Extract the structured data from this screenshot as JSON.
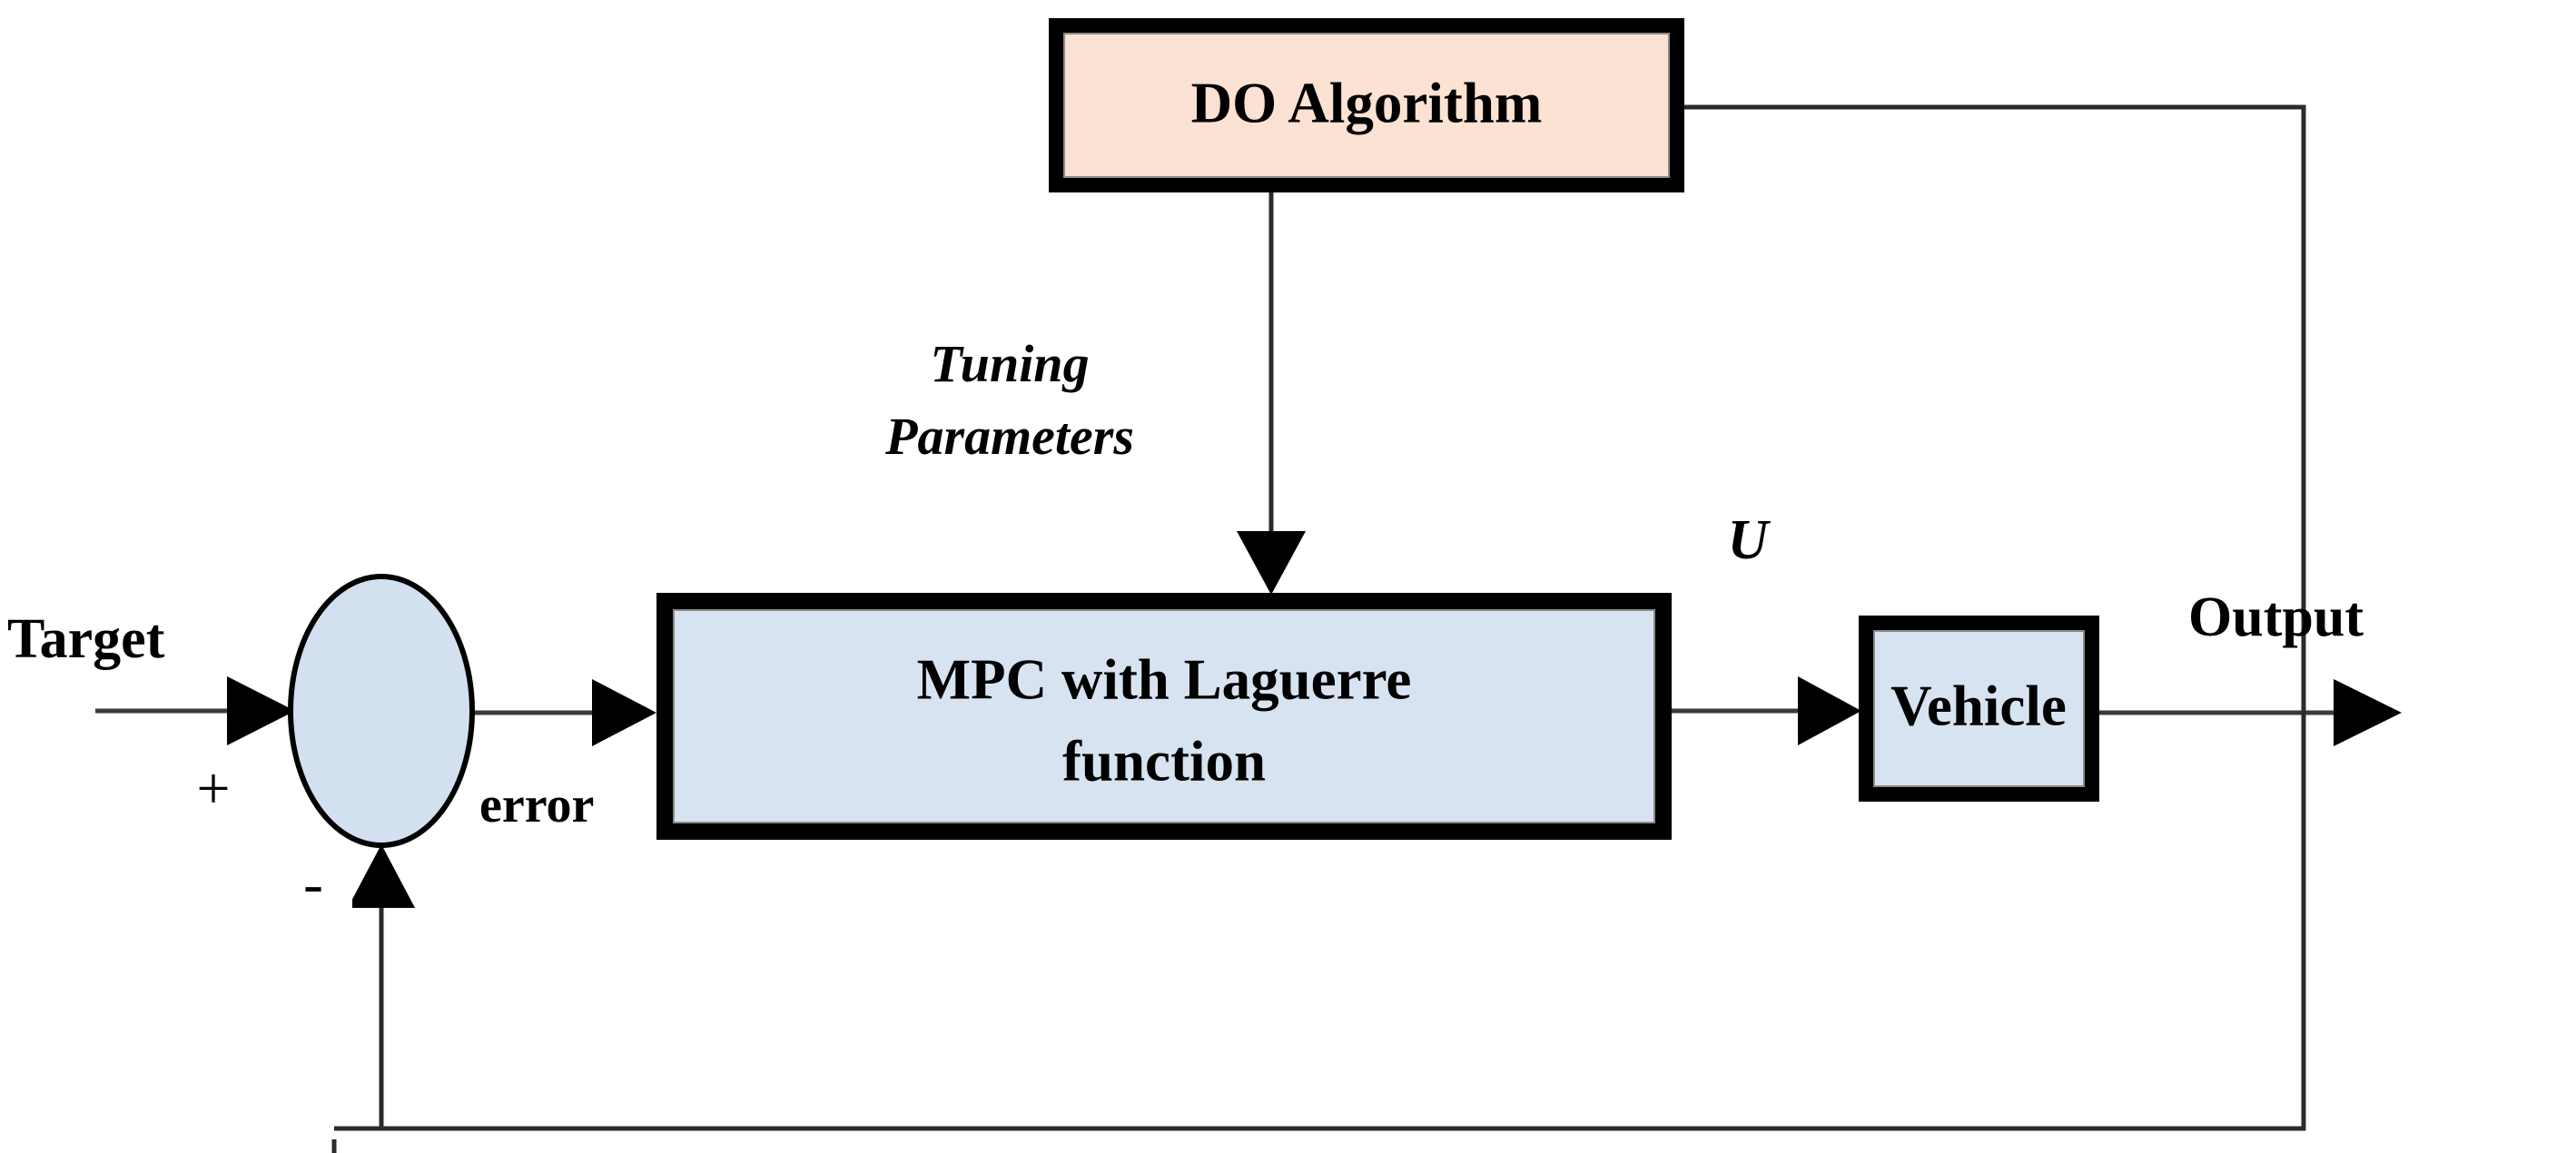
{
  "diagram": {
    "title": "Control system block diagram",
    "blocks": [
      {
        "id": "do-algorithm",
        "label": "DO Algorithm",
        "fill": "#FBE2D3",
        "border": "#000000"
      },
      {
        "id": "mpc",
        "label_line1": "MPC with Laguerre",
        "label_line2": "function",
        "fill": "#D7E3F1",
        "border": "#000000"
      },
      {
        "id": "vehicle",
        "label": "Vehicle",
        "fill": "#D7E3F1",
        "border": "#000000"
      },
      {
        "id": "summing-junction",
        "label": "",
        "fill": "#D3E0F0",
        "border": "#000000"
      }
    ],
    "signals": {
      "target": "Target",
      "error": "error",
      "control": "U",
      "output": "Output",
      "tuning_line1": "Tuning",
      "tuning_line2": "Parameters",
      "plus_sign": "+",
      "minus_sign": "-"
    },
    "colors": {
      "peach_fill": "#FBE2D3",
      "blue_fill": "#D7E3F1",
      "junction_fill": "#D3E0F0",
      "line": "#2b2b2b",
      "text": "#000000",
      "background": "#ffffff"
    }
  }
}
